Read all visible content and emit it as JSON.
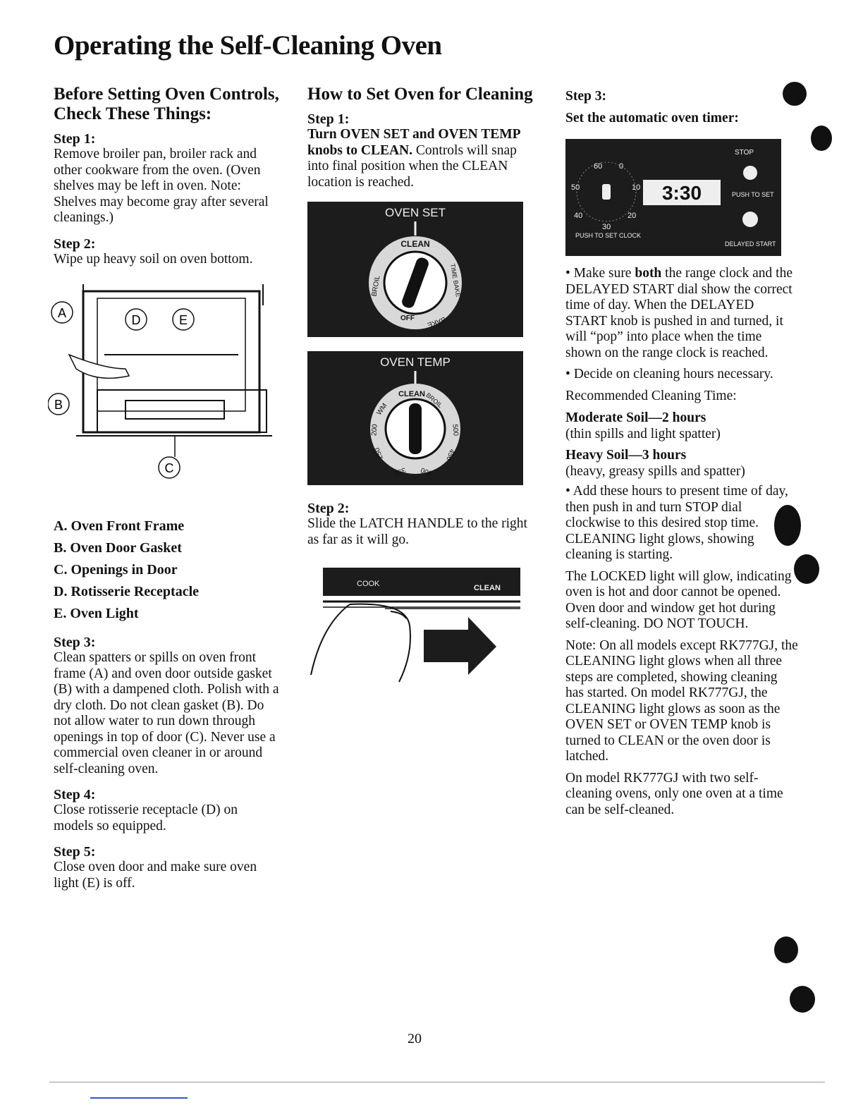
{
  "page": {
    "title": "Operating the Self-Cleaning Oven",
    "page_number": "20"
  },
  "col1": {
    "heading": "Before Setting Oven Controls, Check These Things:",
    "step1_label": "Step 1:",
    "step1_text": "Remove broiler pan, broiler rack and other cookware from the oven. (Oven shelves may be left in oven. Note: Shelves may become gray after several cleanings.)",
    "step2_label": "Step 2:",
    "step2_text": "Wipe up heavy soil on oven bottom.",
    "diagram_labels": {
      "a": "A",
      "b": "B",
      "c": "C",
      "d": "D",
      "e": "E"
    },
    "legend": [
      "A. Oven Front Frame",
      "B. Oven Door Gasket",
      "C. Openings in Door",
      "D. Rotisserie Receptacle",
      "E. Oven Light"
    ],
    "step3_label": "Step 3:",
    "step3_text": "Clean spatters or spills on oven front frame (A) and oven door outside gasket (B) with a dampened cloth. Polish with a dry cloth. Do not clean gasket (B). Do not allow water to run down through openings in top of door (C). Never use a commercial oven cleaner in or around self-cleaning oven.",
    "step4_label": "Step 4:",
    "step4_text": "Close rotisserie receptacle (D) on models so equipped.",
    "step5_label": "Step 5:",
    "step5_text": "Close oven door and make sure oven light (E) is off."
  },
  "col2": {
    "heading": "How to Set Oven for Cleaning",
    "step1_label": "Step 1:",
    "step1_bold": "Turn OVEN SET and OVEN TEMP knobs to CLEAN.",
    "step1_text": " Controls will snap into final position when the CLEAN location is reached.",
    "oven_set_caption": "OVEN SET",
    "oven_set_knob": {
      "clean": "CLEAN",
      "broil": "BROIL",
      "time_bake": "TIME BAKE",
      "bake": "BAKE",
      "off": "OFF"
    },
    "oven_temp_caption": "OVEN TEMP",
    "oven_temp_knob": {
      "clean": "CLEAN",
      "broil": "BROIL",
      "warm": "WM",
      "t200": "200",
      "t250": "250",
      "t350": "350",
      "t400": "400",
      "t450": "450",
      "t500": "500"
    },
    "step2_label": "Step 2:",
    "step2_text": "Slide the LATCH HANDLE to the right as far as it will go.",
    "latch_left": "COOK",
    "latch_right": "CLEAN"
  },
  "col3": {
    "step3_label": "Step 3:",
    "step3_title": "Set the automatic oven timer:",
    "timer": {
      "display": "3:30",
      "stop": "STOP",
      "push_to_set": "PUSH TO SET",
      "push_to_set_clock": "PUSH TO SET CLOCK",
      "delayed_start": "DELAYED START",
      "ticks": {
        "t60": "60",
        "t0": "0",
        "t50": "50",
        "t10": "10",
        "t40": "40",
        "t20": "20",
        "t30": "30"
      }
    },
    "bullet1_pre": "• Make sure ",
    "bullet1_bold": "both",
    "bullet1_post": " the range clock and the DELAYED START dial show the correct time of day. When the DELAYED START knob is pushed in and turned, it will “pop” into place when the time shown on the range clock is reached.",
    "bullet2": "• Decide on cleaning hours necessary.",
    "recommended": "Recommended Cleaning Time:",
    "moderate_title": "Moderate Soil—2 hours",
    "moderate_desc": "(thin spills and light spatter)",
    "heavy_title": "Heavy Soil—3 hours",
    "heavy_desc": "(heavy, greasy spills and spatter)",
    "bullet3": "• Add these hours to present time of day, then push in and turn STOP dial clockwise to this desired stop time. CLEANING light glows, showing cleaning is starting.",
    "locked_text": "The LOCKED light will glow, indicating oven is hot and door cannot be opened. Oven door and window get hot during self-cleaning. DO NOT TOUCH.",
    "note_text": "Note: On all models except RK777GJ, the CLEANING light glows when all three steps are completed, showing cleaning has started. On model RK777GJ, the CLEANING light glows as soon as the OVEN SET or OVEN TEMP knob is turned to CLEAN or the oven door is latched.",
    "model_text": "On model RK777GJ with two self-cleaning ovens, only one oven at a time can be self-cleaned."
  }
}
